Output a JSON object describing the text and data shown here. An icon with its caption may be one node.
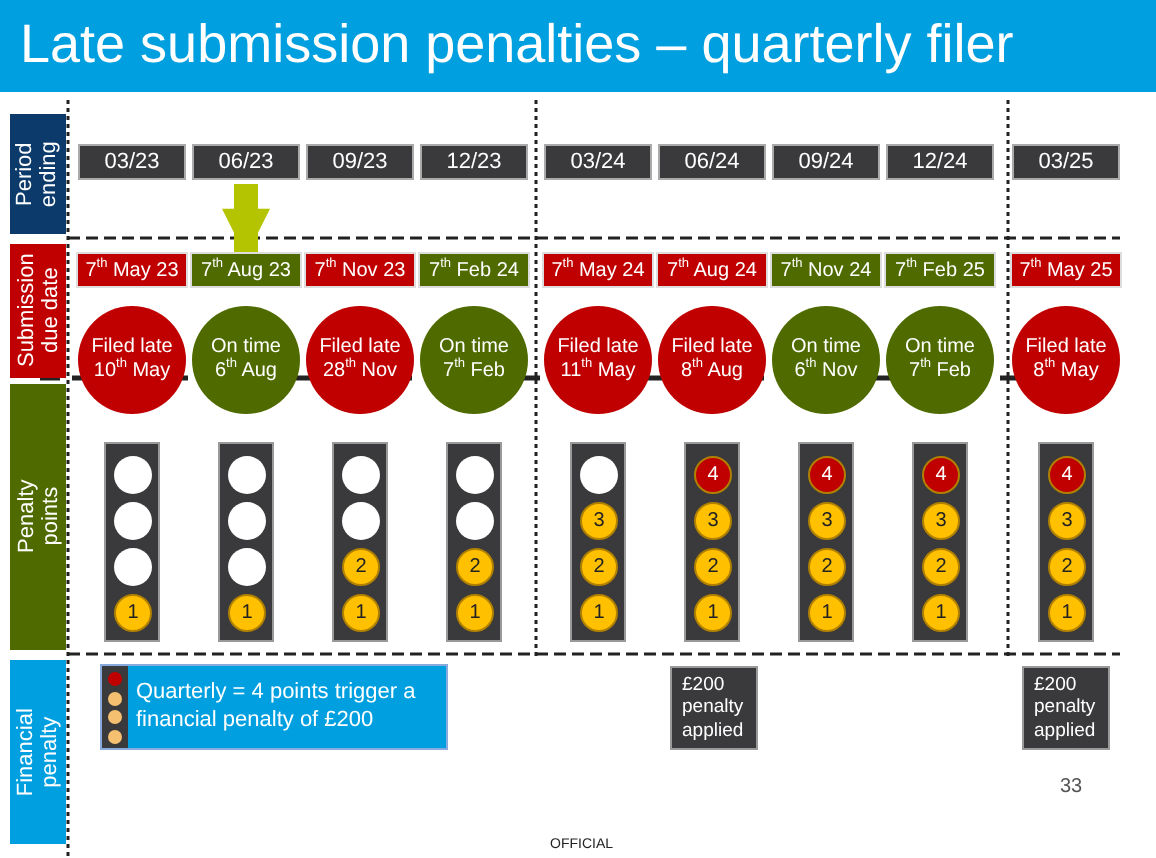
{
  "diagram": {
    "title": "Late submission penalties – quarterly filer",
    "nodes": [
      {
        "text": [
          "Period ending"
        ]
      },
      {
        "text": [
          "Submission due date"
        ]
      },
      {
        "text": [
          "Penalty points"
        ]
      },
      {
        "text": [
          "Financial penalty"
        ]
      },
      {
        "text": [
          "03/23"
        ]
      },
      {
        "text": [
          "06/23"
        ]
      },
      {
        "text": [
          "09/23"
        ]
      },
      {
        "text": [
          "12/23"
        ]
      },
      {
        "text": [
          "03/24"
        ]
      },
      {
        "text": [
          "06/24"
        ]
      },
      {
        "text": [
          "09/24"
        ]
      },
      {
        "text": [
          "12/24"
        ]
      },
      {
        "text": [
          "03/25"
        ]
      },
      {
        "text": [
          "7$^{th}$ May 23"
        ]
      },
      {
        "text": [
          "7$^{th}$ Aug 23"
        ]
      },
      {
        "text": [
          "7$^{th}$ Nov 23"
        ]
      },
      {
        "text": [
          "7$^{th}$ Feb 24"
        ]
      },
      {
        "text": [
          "7$^{th}$ May 24"
        ]
      },
      {
        "text": [
          "7$^{th}$ Aug 24"
        ]
      },
      {
        "text": [
          "7$^{th}$ Nov 24"
        ]
      },
      {
        "text": [
          "7$^{th}$ Feb 25"
        ]
      },
      {
        "text": [
          "7$^{th}$ May 25"
        ]
      },
      {
        "text": [
          "Filed late 10$^{th}$ May"
        ]
      },
      {
        "text": [
          "On time 6$^{th}$ Aug"
        ]
      },
      {
        "text": [
          "Filed late 28$^{th}$ Nov"
        ]
      },
      {
        "text": [
          "On time 7$^{th}$ Feb"
        ]
      },
      {
        "text": [
          "Filed late 11$^{th}$ May"
        ]
      },
      {
        "text": [
          "Filed late 8$^{th}$ Aug"
        ]
      },
      {
        "text": [
          "On time 6$^{th}$ Nov"
        ]
      },
      {
        "text": [
          "On time 7$^{th}$ Feb"
        ]
      },
      {
        "text": [
          "Filed late 8$^{th}$ May"
        ]
      },
      {
        "text": [
          "1"
        ]
      },
      {
        "text": [
          "1"
        ]
      },
      {
        "text": [
          "2",
          "1"
        ]
      },
      {
        "text": [
          "2",
          "1"
        ]
      },
      {
        "text": [
          "3",
          "2",
          "1"
        ]
      },
      {
        "text": [
          "4",
          "3",
          "2",
          "1"
        ]
      },
      {
        "text": [
          "4",
          "3",
          "2",
          "1"
        ]
      },
      {
        "text": [
          "4",
          "3",
          "2",
          "1"
        ]
      },
      {
        "text": [
          "4",
          "3",
          "2",
          "1"
        ]
      },
      {
        "text": [
          "Quarterly = 4 points trigger a financial penalty of £200"
        ]
      },
      {
        "text": [
          "£200 penalty applied"
        ]
      },
      {
        "text": [
          "£200 penalty applied"
        ]
      }
    ],
    "edges": [
      {
        "from": 5,
        "to": 14,
        "arrow": "to",
        "color": "#b5c400"
      }
    ],
    "labels": [
      "33",
      "OFFICIAL"
    ]
  }
}
